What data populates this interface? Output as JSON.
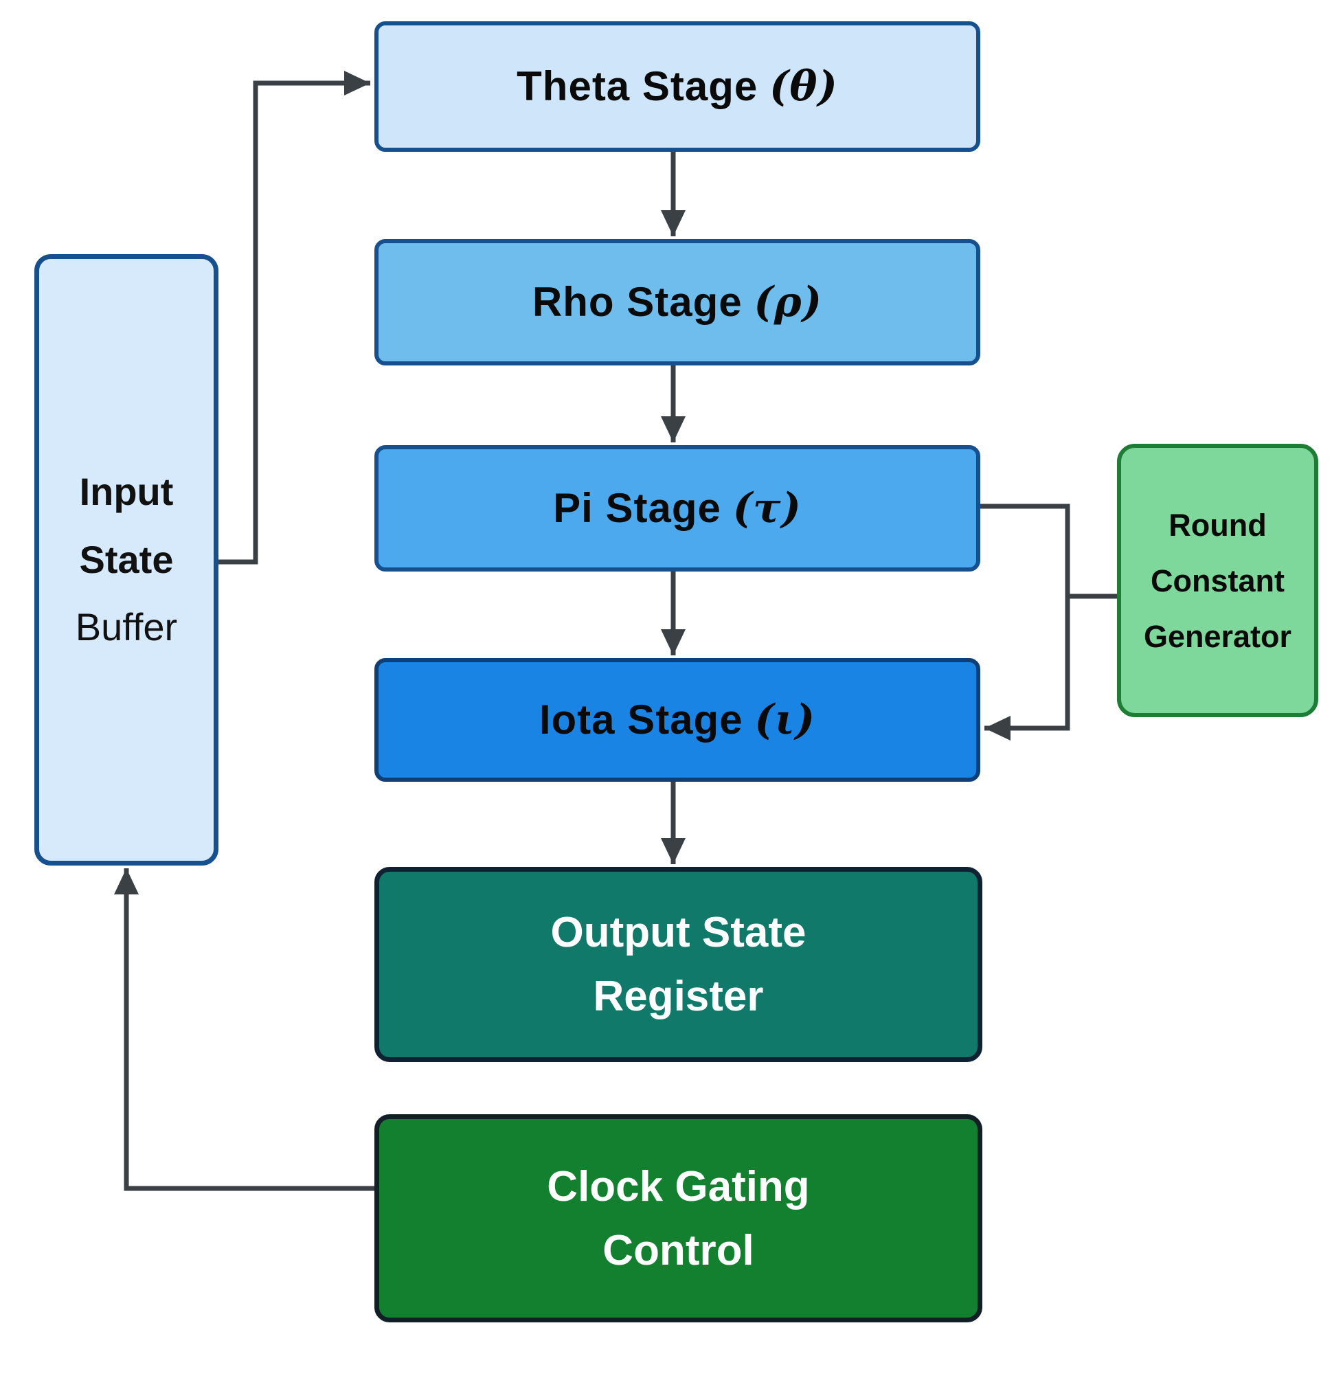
{
  "diagram": {
    "background": "#ffffff",
    "connector_color": "#3b4045",
    "nodes": {
      "input_state_buffer": {
        "lines": [
          "Input",
          "State",
          "Buffer"
        ],
        "fill": "#d7eafc",
        "border": "#17508f",
        "text_color": "#111111"
      },
      "theta_stage": {
        "title": "Theta Stage",
        "symbol": "(θ)",
        "fill": "#cfe6fa",
        "border": "#17508f",
        "text_color": "#0a0a0a"
      },
      "rho_stage": {
        "title": "Rho Stage",
        "symbol": "(ρ)",
        "fill": "#6fbdec",
        "border": "#17508f",
        "text_color": "#0a0a0a"
      },
      "pi_stage": {
        "title": "Pi Stage",
        "symbol": "(τ)",
        "fill": "#4ca9ed",
        "border": "#17508f",
        "text_color": "#0a0a0a"
      },
      "iota_stage": {
        "title": "Iota Stage",
        "symbol": "(ι)",
        "fill": "#1a84e4",
        "border": "#0e4077",
        "text_color": "#0a0a0a"
      },
      "output_state_register": {
        "lines": [
          "Output State",
          "Register"
        ],
        "fill": "#11796a",
        "border": "#0e2233",
        "text_color": "#ffffff"
      },
      "clock_gating_control": {
        "lines": [
          "Clock Gating",
          "Control"
        ],
        "fill": "#13802f",
        "border": "#121f26",
        "text_color": "#ffffff"
      },
      "round_constant_generator": {
        "lines": [
          "Round",
          "Constant",
          "Generator"
        ],
        "fill": "#7ed79b",
        "border": "#1d7d35",
        "text_color": "#0a0a0a"
      }
    }
  }
}
